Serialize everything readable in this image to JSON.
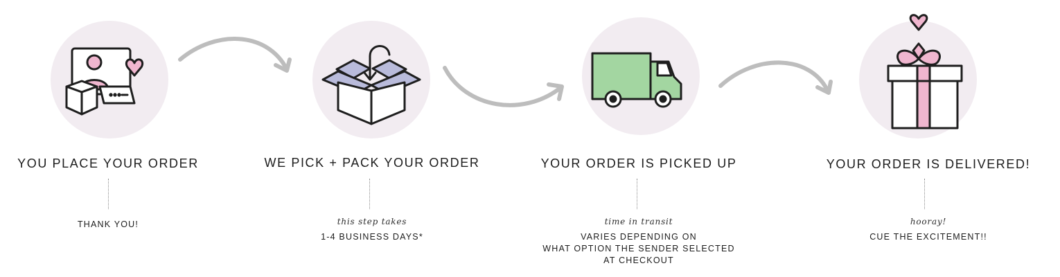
{
  "steps": [
    {
      "title": "YOU PLACE YOUR ORDER",
      "subtitle": "",
      "detail": [
        "THANK YOU!"
      ],
      "icon": "person-computer-heart-icon"
    },
    {
      "title": "WE PICK + PACK YOUR ORDER",
      "subtitle": "this step takes",
      "detail": [
        "1-4 BUSINESS DAYS*"
      ],
      "icon": "open-box-icon"
    },
    {
      "title": "YOUR ORDER IS PICKED UP",
      "subtitle": "time in transit",
      "detail": [
        "VARIES DEPENDING ON",
        "WHAT OPTION THE SENDER SELECTED",
        "AT CHECKOUT"
      ],
      "icon": "delivery-truck-icon"
    },
    {
      "title": "YOUR ORDER IS DELIVERED!",
      "subtitle": "hooray!",
      "detail": [
        "CUE THE EXCITEMENT!!"
      ],
      "icon": "gift-heart-icon"
    }
  ],
  "colors": {
    "circle": "#f2ecf1",
    "pink": "#f0b6cf",
    "lavender": "#b9bbdb",
    "green": "#a3d6a1",
    "arrow": "#bdbdbd",
    "outline": "#1e1e1e"
  }
}
